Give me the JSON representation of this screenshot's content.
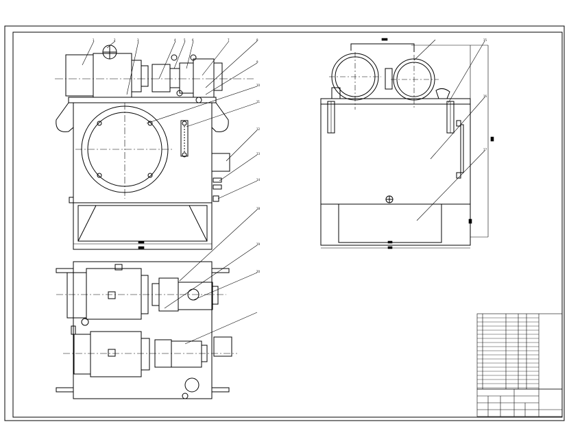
{
  "drawing": {
    "line_color": "#000000",
    "background": "#ffffff",
    "front_view": {
      "balloons": [
        "1",
        "2",
        "3",
        "4",
        "5",
        "6",
        "7",
        "8",
        "9",
        "10",
        "11",
        "12",
        "13",
        "14"
      ]
    },
    "side_view": {
      "balloons": [
        "15",
        "16",
        "17"
      ]
    },
    "top_view": {
      "balloons": [
        "18",
        "19",
        "20"
      ]
    }
  }
}
